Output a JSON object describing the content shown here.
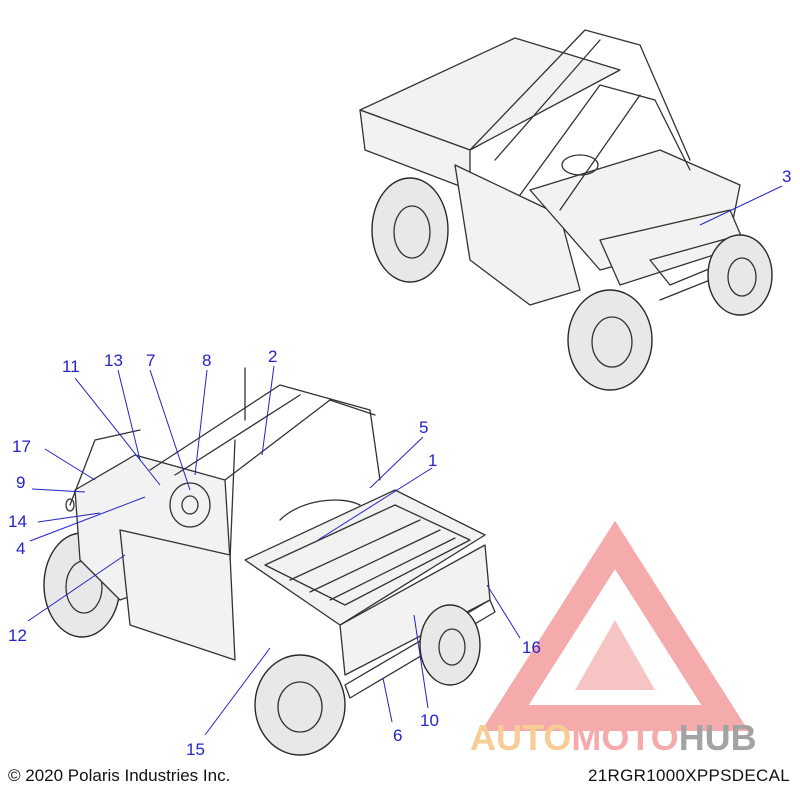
{
  "callouts": [
    {
      "label": "1"
    },
    {
      "label": "2"
    },
    {
      "label": "3"
    },
    {
      "label": "4"
    },
    {
      "label": "5"
    },
    {
      "label": "6"
    },
    {
      "label": "7"
    },
    {
      "label": "8"
    },
    {
      "label": "9"
    },
    {
      "label": "10"
    },
    {
      "label": "11"
    },
    {
      "label": "12"
    },
    {
      "label": "13"
    },
    {
      "label": "14"
    },
    {
      "label": "15"
    },
    {
      "label": "16"
    },
    {
      "label": "17"
    }
  ],
  "footer": {
    "copyright": "© 2020 Polaris Industries Inc.",
    "part_code": "21RGR1000XPPSDECAL"
  },
  "watermark": {
    "word_part1": "AUTO",
    "word_part2": "MOTO",
    "word_part3": "HUB",
    "color_primary": "#f4a3a3",
    "color_accent": "#f6c98a",
    "color_dark": "#9a9a9a"
  }
}
